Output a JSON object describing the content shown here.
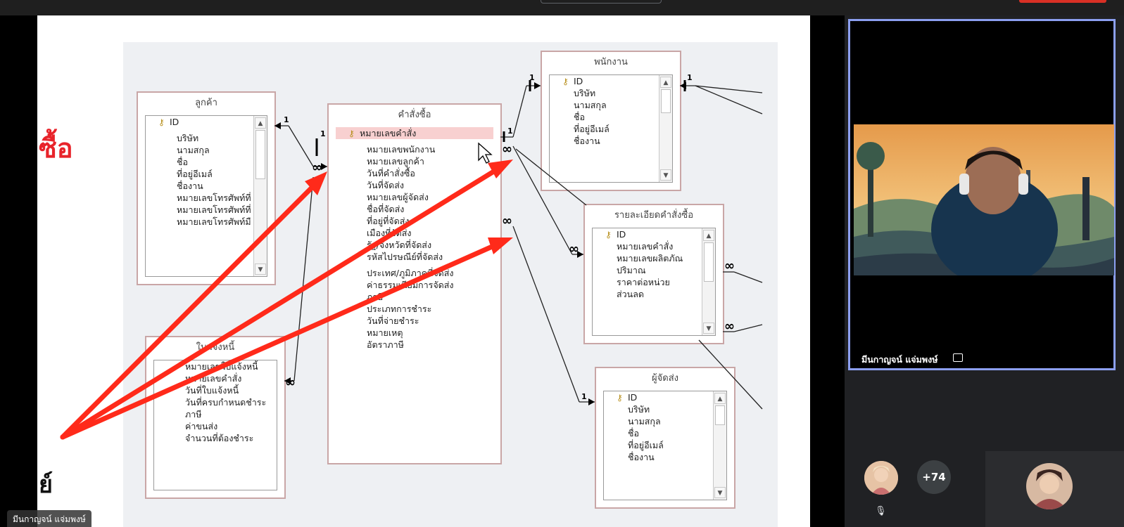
{
  "slide": {
    "left_text_red": "ซื้อ",
    "left_text_black": "ย์",
    "tables": {
      "customer": {
        "title": "ลูกค้า",
        "fields": [
          "ID",
          "บริษัท",
          "นามสกุล",
          "ชื่อ",
          "ที่อยู่อีเมล์",
          "ชื่องาน",
          "หมายเลขโทรศัพท์ที่",
          "หมายเลขโทรศัพท์ที่",
          "หมายเลขโทรศัพท์มื"
        ]
      },
      "orders": {
        "title": "คำสั่งซื้อ",
        "fields": [
          "หมายเลขคำสั่ง",
          "หมายเลขพนักงาน",
          "หมายเลขลูกค้า",
          "วันที่คำสั่งซื้อ",
          "วันที่จัดส่ง",
          "หมายเลขผู้จัดส่ง",
          "ชื่อที่จัดส่ง",
          "ที่อยู่ที่จัดส่ง",
          "เมืองที่จัดส่ง",
          "รัฐ/จังหวัดที่จัดส่ง",
          "รหัสไปรษณีย์ที่จัดส่ง",
          "ประเทศ/ภูมิภาคที่จัดส่ง",
          "ค่าธรรมเนียมการจัดส่ง",
          "ภาษี",
          "ประเภทการชำระ",
          "วันที่จ่ายชำระ",
          "หมายเหตุ",
          "อัตราภาษี"
        ]
      },
      "employee": {
        "title": "พนักงาน",
        "fields": [
          "ID",
          "บริษัท",
          "นามสกุล",
          "ชื่อ",
          "ที่อยู่อีเมล์",
          "ชื่องาน"
        ]
      },
      "invoice": {
        "title": "ใบแจ้งหนี้",
        "fields": [
          "หมายเลขใบแจ้งหนี้",
          "หมายเลขคำสั่ง",
          "วันที่ใบแจ้งหนี้",
          "วันที่ครบกำหนดชำระ",
          "ภาษี",
          "ค่าขนส่ง",
          "จำนวนที่ต้องชำระ"
        ]
      },
      "order_details": {
        "title": "รายละเอียดคำสั่งซื้อ",
        "fields": [
          "ID",
          "หมายเลขคำสั่ง",
          "หมายเลขผลิตภัณ",
          "ปริมาณ",
          "ราคาต่อหน่วย",
          "ส่วนลด"
        ]
      },
      "shipper": {
        "title": "ผู้จัดส่ง",
        "fields": [
          "ID",
          "บริษัท",
          "นามสกุล",
          "ชื่อ",
          "ที่อยู่อีเมล์",
          "ชื่องาน"
        ]
      }
    },
    "rel_one": "1",
    "rel_many": "∞",
    "arrow_color": "#ff2a1a"
  },
  "presenter_name_tag": "มีนกาญจน์ แจ่มพงษ์",
  "sidebar": {
    "speaker_name": "มีนกาญจน์ แจ่มพงษ์",
    "more_participants": "+74"
  },
  "colors": {
    "highlight_border": "#8c9ff0",
    "table_border": "#c9a6a6",
    "key_highlight": "#f8d0d0"
  }
}
